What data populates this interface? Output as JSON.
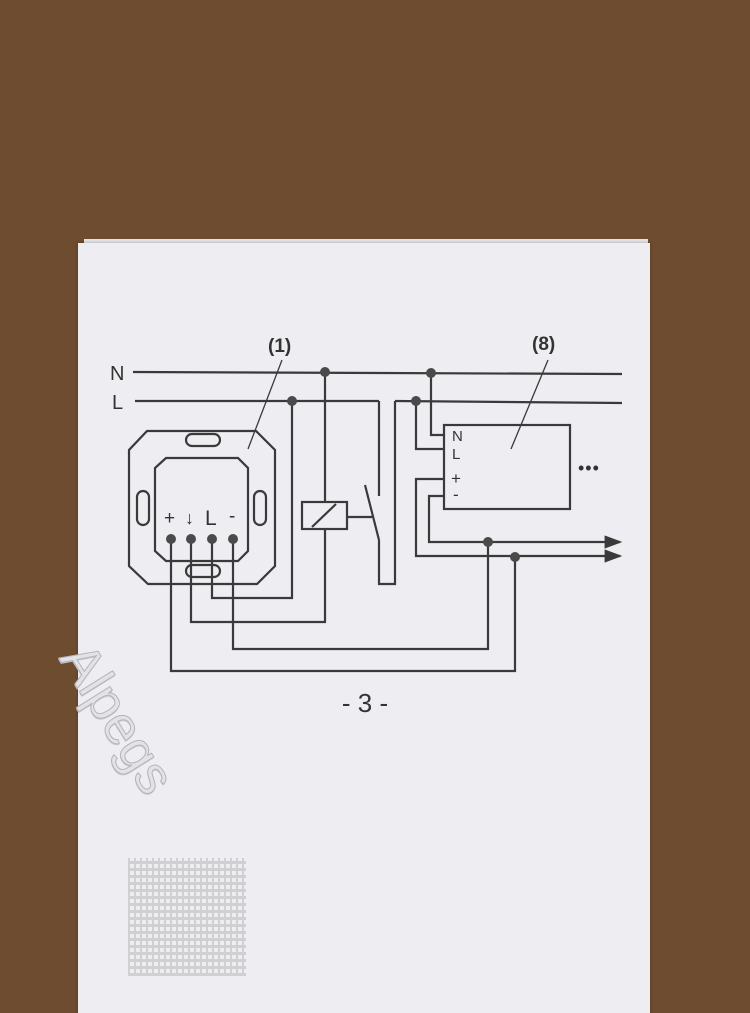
{
  "diagram": {
    "line_labels": {
      "neutral": "N",
      "live": "L"
    },
    "callouts": {
      "device": "(1)",
      "load": "(8)"
    },
    "device_terminals": [
      "+",
      "↓",
      "L",
      "-"
    ],
    "load_terminals": [
      "N",
      "L",
      "+",
      "-"
    ],
    "continuation": "•••"
  },
  "page_number": "- 3 -",
  "watermark": "Alpegs"
}
